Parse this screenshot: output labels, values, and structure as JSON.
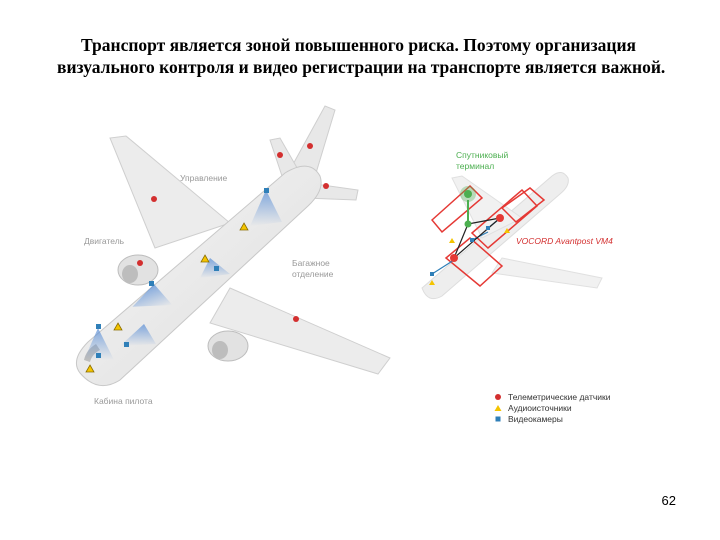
{
  "heading": "Транспорт является зоной повышенного риска. Поэтому организация визуального контроля и видео регистрации на транспорте является важной.",
  "plane_labels": {
    "control": "Управление",
    "engine": "Двигатель",
    "baggage_line1": "Багажное",
    "baggage_line2": "отделение",
    "cockpit": "Кабина пилота"
  },
  "network": {
    "satellite_line1": "Спутниковый",
    "satellite_line2": "терминал",
    "device": "VOCORD Avantpost VM4"
  },
  "legend": [
    {
      "label": "Телеметрические датчики",
      "marker": "red-circle"
    },
    {
      "label": "Аудиоисточники",
      "marker": "yellow-triangle"
    },
    {
      "label": "Видеокамеры",
      "marker": "blue-square"
    }
  ],
  "colors": {
    "sensor": "#d32f2f",
    "audio": "#f4c400",
    "camera": "#2f7fb8",
    "satellite": "#4caf50",
    "network": "#e53935"
  },
  "page_number": "62"
}
